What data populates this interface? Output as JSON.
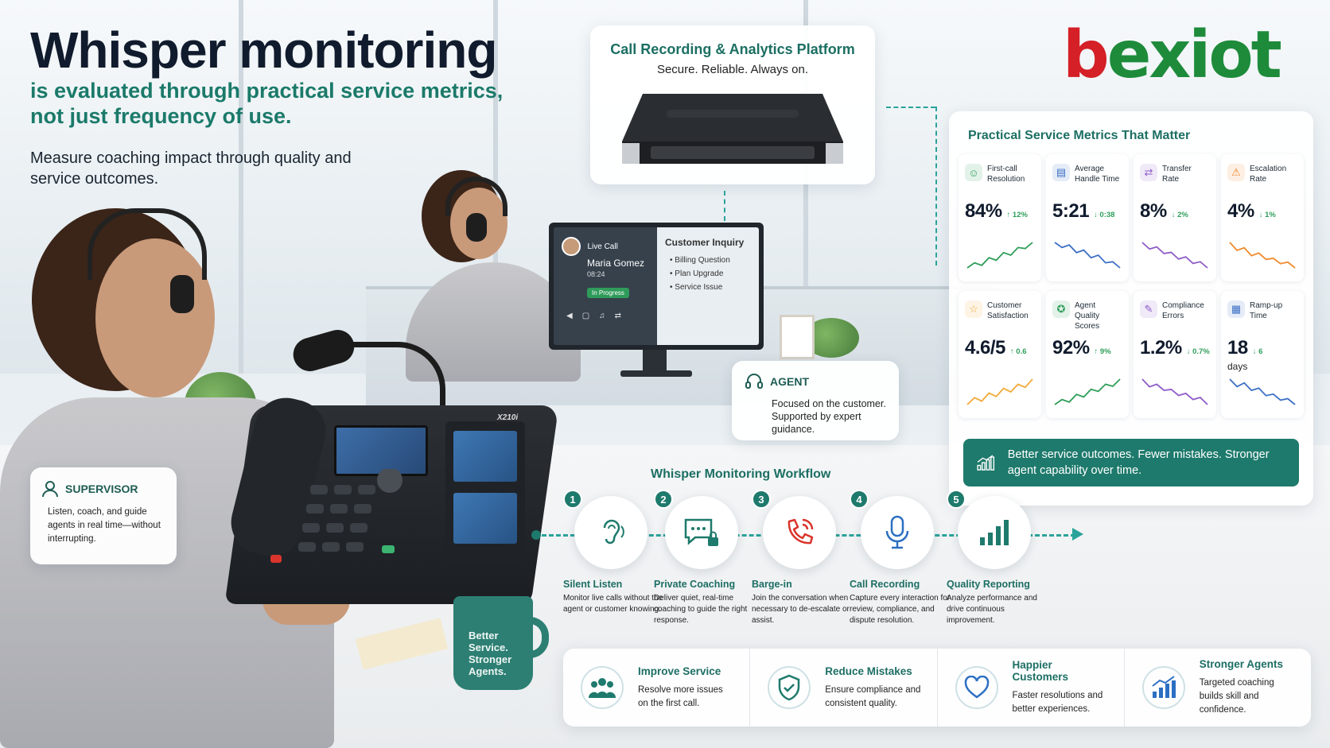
{
  "headline": {
    "title": "Whisper monitoring",
    "subtitle": "is evaluated through practical service metrics, not just frequency of use.",
    "lead": "Measure coaching impact through quality and service outcomes."
  },
  "brand": {
    "prefix": "b",
    "rest": "exiot"
  },
  "server": {
    "title": "Call Recording & Analytics Platform",
    "subtitle": "Secure. Reliable. Always on."
  },
  "monitor": {
    "live_label": "Live Call",
    "caller_name": "Maria Gomez",
    "duration": "08:24",
    "status": "In Progress",
    "panel_title": "Customer Inquiry",
    "items": [
      "Billing Question",
      "Plan Upgrade",
      "Service Issue"
    ]
  },
  "phone": {
    "model": "X210i"
  },
  "mug": {
    "text": "Better Service. Stronger Agents."
  },
  "agent": {
    "title": "AGENT",
    "text": "Focused on the customer. Supported by expert guidance."
  },
  "supervisor": {
    "title": "SUPERVISOR",
    "text": "Listen, coach, and guide agents in real time—without interrupting."
  },
  "metrics": {
    "title": "Practical Service Metrics That Matter",
    "items": [
      {
        "name": "First-call Resolution",
        "value": "84%",
        "sub": "",
        "delta": "↑ 12%",
        "direction": "up",
        "color": "#2f9e5a",
        "icon": "headset-person-icon",
        "trend": [
          3,
          4,
          3.5,
          5,
          4.5,
          6,
          5.5,
          7,
          6.8,
          8
        ]
      },
      {
        "name": "Average Handle Time",
        "value": "5:21",
        "sub": "",
        "delta": "↓ 0:38",
        "direction": "down",
        "color": "#3c6fc4",
        "icon": "document-icon",
        "trend": [
          8,
          7,
          7.5,
          6,
          6.5,
          5,
          5.5,
          4,
          4.2,
          3
        ]
      },
      {
        "name": "Transfer Rate",
        "value": "8%",
        "sub": "",
        "delta": "↓ 2%",
        "direction": "down",
        "color": "#8e5cc7",
        "icon": "transfer-icon",
        "trend": [
          8,
          6.8,
          7.2,
          6,
          6.2,
          5,
          5.4,
          4.2,
          4.5,
          3.4
        ]
      },
      {
        "name": "Escalation Rate",
        "value": "4%",
        "sub": "",
        "delta": "↓ 1%",
        "direction": "down",
        "color": "#f08a2c",
        "icon": "alarm-icon",
        "trend": [
          8,
          6.5,
          7,
          5.5,
          6,
          4.8,
          5,
          4,
          4.3,
          3.2
        ]
      },
      {
        "name": "Customer Satisfaction",
        "value": "4.6/5",
        "sub": "",
        "delta": "↑ 0.6",
        "direction": "up",
        "color": "#f2a93b",
        "icon": "star-icon",
        "trend": [
          3,
          4.2,
          3.6,
          5,
          4.4,
          5.8,
          5.2,
          6.5,
          6,
          7.4
        ]
      },
      {
        "name": "Agent Quality Scores",
        "value": "92%",
        "sub": "",
        "delta": "↑ 9%",
        "direction": "up",
        "color": "#2f9e5a",
        "icon": "quality-icon",
        "trend": [
          3,
          4,
          3.5,
          5,
          4.5,
          6,
          5.6,
          7,
          6.6,
          8
        ]
      },
      {
        "name": "Compliance Errors",
        "value": "1.2%",
        "sub": "",
        "delta": "↓ 0.7%",
        "direction": "down",
        "color": "#8e5cc7",
        "icon": "compliance-icon",
        "trend": [
          8,
          6.5,
          7,
          5.8,
          6,
          4.8,
          5.2,
          4,
          4.4,
          3
        ]
      },
      {
        "name": "Ramp-up Time",
        "value": "18",
        "sub": "days",
        "delta": "↓ 6",
        "direction": "down",
        "color": "#3c6fc4",
        "icon": "calendar-icon",
        "trend": [
          7,
          6,
          6.5,
          5.5,
          5.8,
          4.8,
          5,
          4.2,
          4.4,
          3.6
        ]
      }
    ],
    "banner": "Better service outcomes. Fewer mistakes. Stronger agent capability over time."
  },
  "workflow": {
    "title": "Whisper Monitoring Workflow",
    "steps": [
      {
        "num": "1",
        "name": "Silent Listen",
        "desc": "Monitor live calls without the agent or customer knowing.",
        "icon": "ear-icon",
        "color": "#1e7a6c"
      },
      {
        "num": "2",
        "name": "Private Coaching",
        "desc": "Deliver quiet, real-time coaching to guide the right response.",
        "icon": "chat-lock-icon",
        "color": "#1e7a6c"
      },
      {
        "num": "3",
        "name": "Barge-in",
        "desc": "Join the conversation when necessary to de-escalate or assist.",
        "icon": "phone-call-icon",
        "color": "#d9352c"
      },
      {
        "num": "4",
        "name": "Call Recording",
        "desc": "Capture every interaction for review, compliance, and dispute resolution.",
        "icon": "microphone-icon",
        "color": "#2c6fc2"
      },
      {
        "num": "5",
        "name": "Quality Reporting",
        "desc": "Analyze performance and drive continuous improvement.",
        "icon": "bar-chart-icon",
        "color": "#1e7a6c"
      }
    ]
  },
  "benefits": [
    {
      "title": "Improve Service",
      "desc": "Resolve more issues on the first call.",
      "icon": "team-icon"
    },
    {
      "title": "Reduce Mistakes",
      "desc": "Ensure compliance and consistent quality.",
      "icon": "shield-check-icon"
    },
    {
      "title": "Happier Customers",
      "desc": "Faster resolutions and better experiences.",
      "icon": "heart-icon"
    },
    {
      "title": "Stronger Agents",
      "desc": "Targeted coaching builds skill and confidence.",
      "icon": "growth-chart-icon"
    }
  ],
  "colors": {
    "accent": "#1e7a6c",
    "accent_light": "#2aa39a",
    "brand_green": "#1e8b3b",
    "brand_red": "#d42026"
  }
}
